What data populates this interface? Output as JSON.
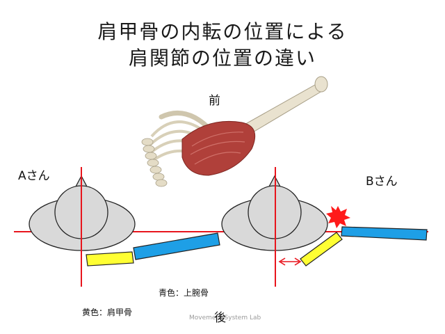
{
  "title": {
    "line1": "肩甲骨の内転の位置による",
    "line2": "肩関節の位置の違い"
  },
  "labels": {
    "front": "前",
    "back": "後",
    "person_a": "Aさん",
    "person_b": "Bさん",
    "humerus_legend": "青色：上腕骨",
    "scapula_legend": "黄色：肩甲骨"
  },
  "watermark": "Movement System Lab",
  "colors": {
    "axis_line": "#e8141c",
    "body": "#d9d9d9",
    "scapula": "#ffff33",
    "humerus": "#1e9fe6",
    "impingement": "#ff1a1a"
  }
}
